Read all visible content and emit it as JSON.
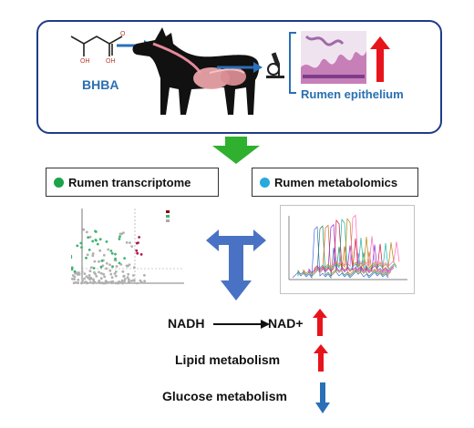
{
  "top_panel": {
    "bhba_label": "BHBA",
    "oh_label_1": "OH",
    "oh_label_2": "OH",
    "o_label": "O",
    "epithelium_label": "Rumen epithelium"
  },
  "omics": {
    "transcriptome_label": "Rumen transcriptome",
    "metabolomics_label": "Rumen metabolomics",
    "transcriptome_dot_color": "#1aa34a",
    "metabolomics_dot_color": "#29a8e0"
  },
  "results": {
    "nadh_label": "NADH",
    "nad_label": "NAD+",
    "lipid_label": "Lipid metabolism",
    "glucose_label": "Glucose metabolism"
  },
  "colors": {
    "frame": "#1f3c88",
    "up_arrow": "#e8141b",
    "down_arrow": "#2a6fb8",
    "flow_arrow": "#2fb02f",
    "t_arrow": "#4a72c4"
  }
}
